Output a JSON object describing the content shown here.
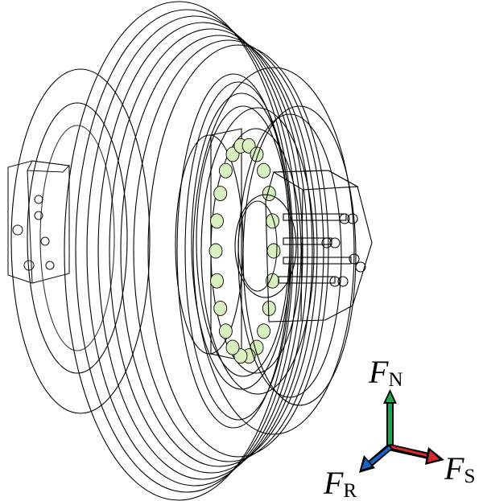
{
  "axes": {
    "normal": {
      "symbol": "F",
      "subscript": "N",
      "color": "#1aa64a"
    },
    "radial": {
      "symbol": "F",
      "subscript": "R",
      "color": "#1f5fc4"
    },
    "side": {
      "symbol": "F",
      "subscript": "S",
      "color": "#d22a2a"
    }
  },
  "colors": {
    "disc": "#f6ef1e",
    "back_ring": "#e9b7a6",
    "housing_transparent": "#8fd4e6",
    "bearing_green": "#bfe39a",
    "hub_copper": "#c98f7a",
    "core_purple": "#5a46d8",
    "ring_lilac": "#d8d2ee",
    "ring_gold": "#d7a92e"
  }
}
